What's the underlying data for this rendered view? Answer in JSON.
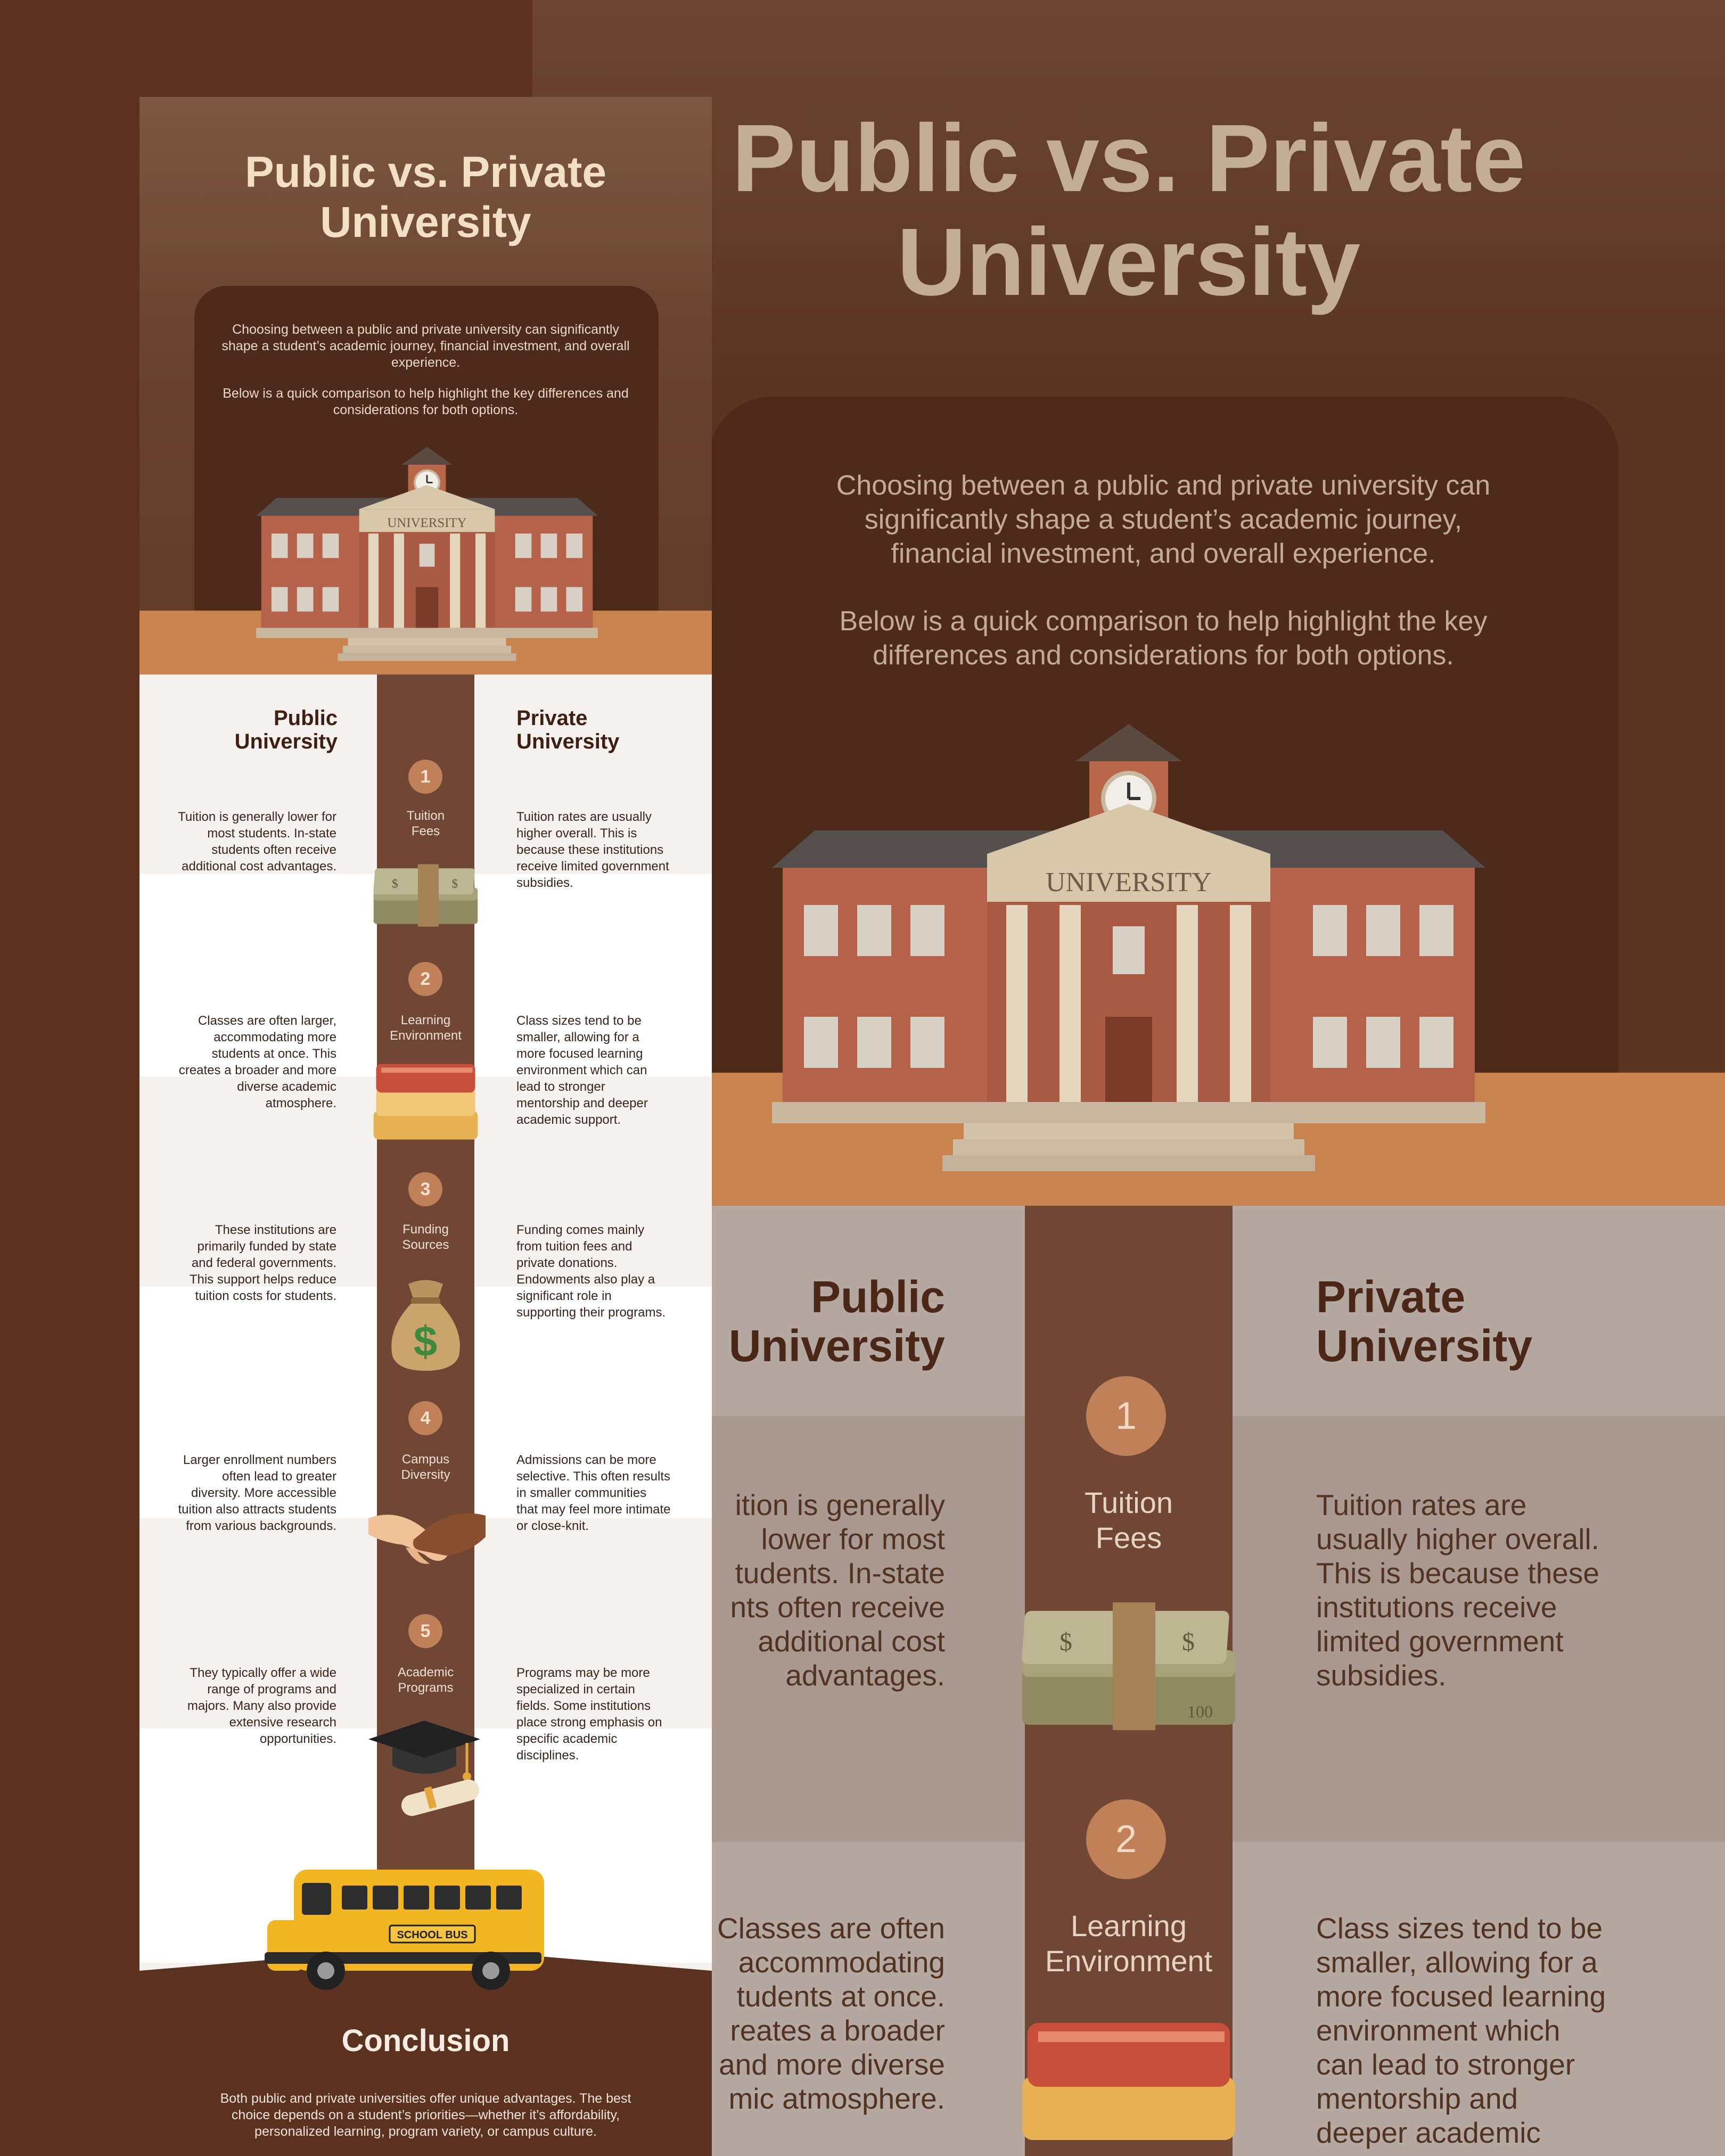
{
  "title": "Public vs. Private University",
  "title_lines": [
    "Public vs. Private",
    "University"
  ],
  "intro": {
    "p1": "Choosing between a public and private university can significantly shape a student’s academic journey, financial investment, and overall experience.",
    "p2": "Below is a quick comparison to help highlight the key differences and considerations for both options.",
    "zoom_p1_lines": [
      "Choosing between a public and private university can",
      "significantly shape a student’s academic journey,",
      "financial investment, and overall experience."
    ],
    "zoom_p2_lines": [
      "Below is a quick comparison to help highlight the key",
      "differences and considerations for both options."
    ]
  },
  "building_sign": "UNIVERSITY",
  "columns": {
    "public": [
      "Public",
      "University"
    ],
    "private": [
      "Private",
      "University"
    ]
  },
  "rows": [
    {
      "number": "1",
      "label": [
        "Tuition",
        "Fees"
      ],
      "icon": "money-stack-icon",
      "public": "Tuition is generally lower for most students. In-state students often receive additional cost advantages.",
      "private": "Tuition rates are usually higher overall. This is because these institutions receive limited government subsidies."
    },
    {
      "number": "2",
      "label": [
        "Learning",
        "Environment"
      ],
      "icon": "books-icon",
      "public": "Classes are often larger, accommodating more students at once. This creates a broader and more diverse academic atmosphere.",
      "private": "Class sizes tend to be smaller, allowing for a more focused learning environment which can lead to stronger mentorship and deeper academic support."
    },
    {
      "number": "3",
      "label": [
        "Funding",
        "Sources"
      ],
      "icon": "money-bag-icon",
      "public": "These institutions are primarily funded by state and federal governments. This support helps reduce tuition costs for students.",
      "private": "Funding comes mainly from tuition fees and private donations. Endowments also play a significant role in supporting their programs."
    },
    {
      "number": "4",
      "label": [
        "Campus",
        "Diversity"
      ],
      "icon": "handshake-icon",
      "public": "Larger enrollment numbers often lead to greater diversity. More accessible tuition also attracts students from various backgrounds.",
      "private": "Admissions can be more selective. This often results in smaller communities that may feel more intimate or close-knit."
    },
    {
      "number": "5",
      "label": [
        "Academic",
        "Programs"
      ],
      "icon": "graduation-cap-icon",
      "public": "They typically offer a wide range of programs and majors. Many also provide extensive research opportunities.",
      "private": "Programs may be more specialized in certain fields. Some institutions place strong emphasis on specific academic disciplines."
    }
  ],
  "zoom_rows": [
    {
      "public_lines": [
        "ition is generally",
        "lower for most",
        "tudents. In-state",
        "nts often receive",
        "additional cost",
        "advantages."
      ],
      "private_lines": [
        "Tuition rates are",
        "usually higher overall.",
        "This is because these",
        "institutions receive",
        "limited government",
        "subsidies."
      ]
    },
    {
      "public_lines": [
        "Classes are often",
        "accommodating",
        "tudents at once.",
        "reates a broader",
        "and more diverse",
        "mic atmosphere."
      ],
      "private_lines": [
        "Class sizes tend to be",
        "smaller, allowing for a",
        "more focused learning",
        "environment which",
        "can lead to stronger",
        "mentorship and",
        "deeper academic"
      ]
    }
  ],
  "bus_label": "SCHOOL BUS",
  "conclusion": {
    "title": "Conclusion",
    "text": "Both public and private universities offer unique advantages. The best choice depends on a student’s priorities—whether it’s affordability, personalized learning, program variety, or campus culture."
  },
  "colors": {
    "dark_brown": "#5b321f",
    "mid_brown": "#6f4734",
    "accent_orange": "#c9834e",
    "number_circle": "#c08058",
    "title_cream": "#f3dfc3"
  }
}
